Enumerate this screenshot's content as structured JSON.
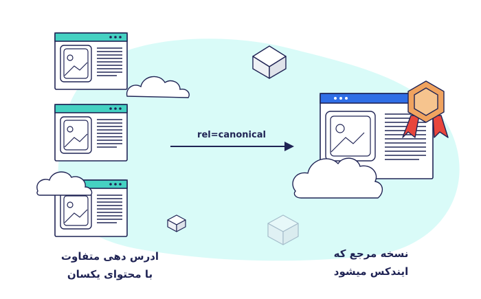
{
  "diagram": {
    "relation_label": "rel=canonical",
    "left_caption": {
      "line1": "ادرس دهی متفاوت",
      "line2": "با محتوای یکسان"
    },
    "right_caption": {
      "line1": "نسخه مرجع که",
      "line2": "ایندکس میشود"
    }
  },
  "colors": {
    "blob": "#d9fbf8",
    "teal_window": "#45d1c2",
    "blue_window": "#2f6ee6",
    "ink": "#1f2354",
    "badge": "#f0a35f",
    "ribbon": "#e8463c"
  }
}
